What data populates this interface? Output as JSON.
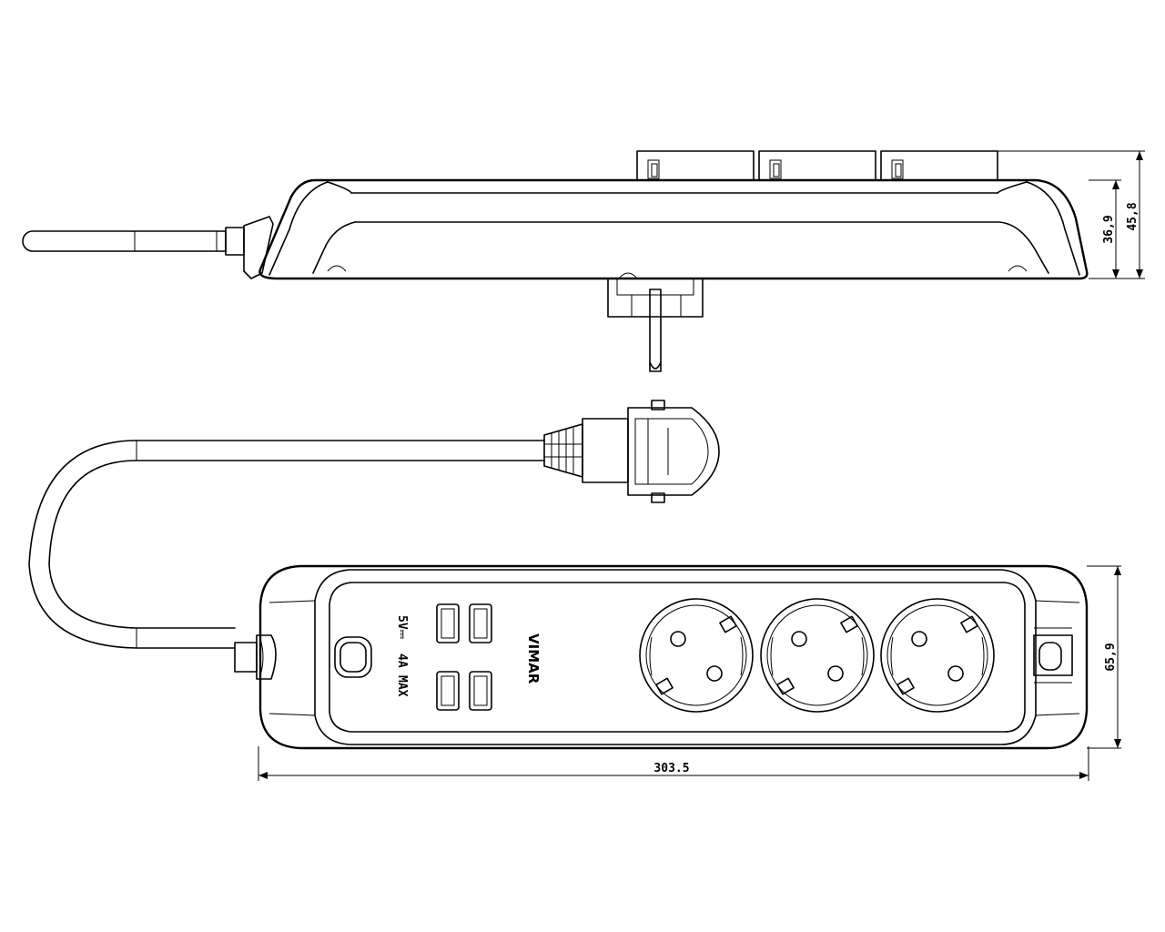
{
  "dimensions": {
    "side_height_body": "36,9",
    "side_height_total": "45,8",
    "top_length": "303.5",
    "top_width": "65,9"
  },
  "labels": {
    "usb_voltage": "5V⎓",
    "usb_current": "4A",
    "usb_max": "MAX",
    "brand": "VIMAR"
  },
  "colors": {
    "line": "#000000",
    "background": "#ffffff"
  },
  "socket_count": 3,
  "usb_port_count": 4
}
